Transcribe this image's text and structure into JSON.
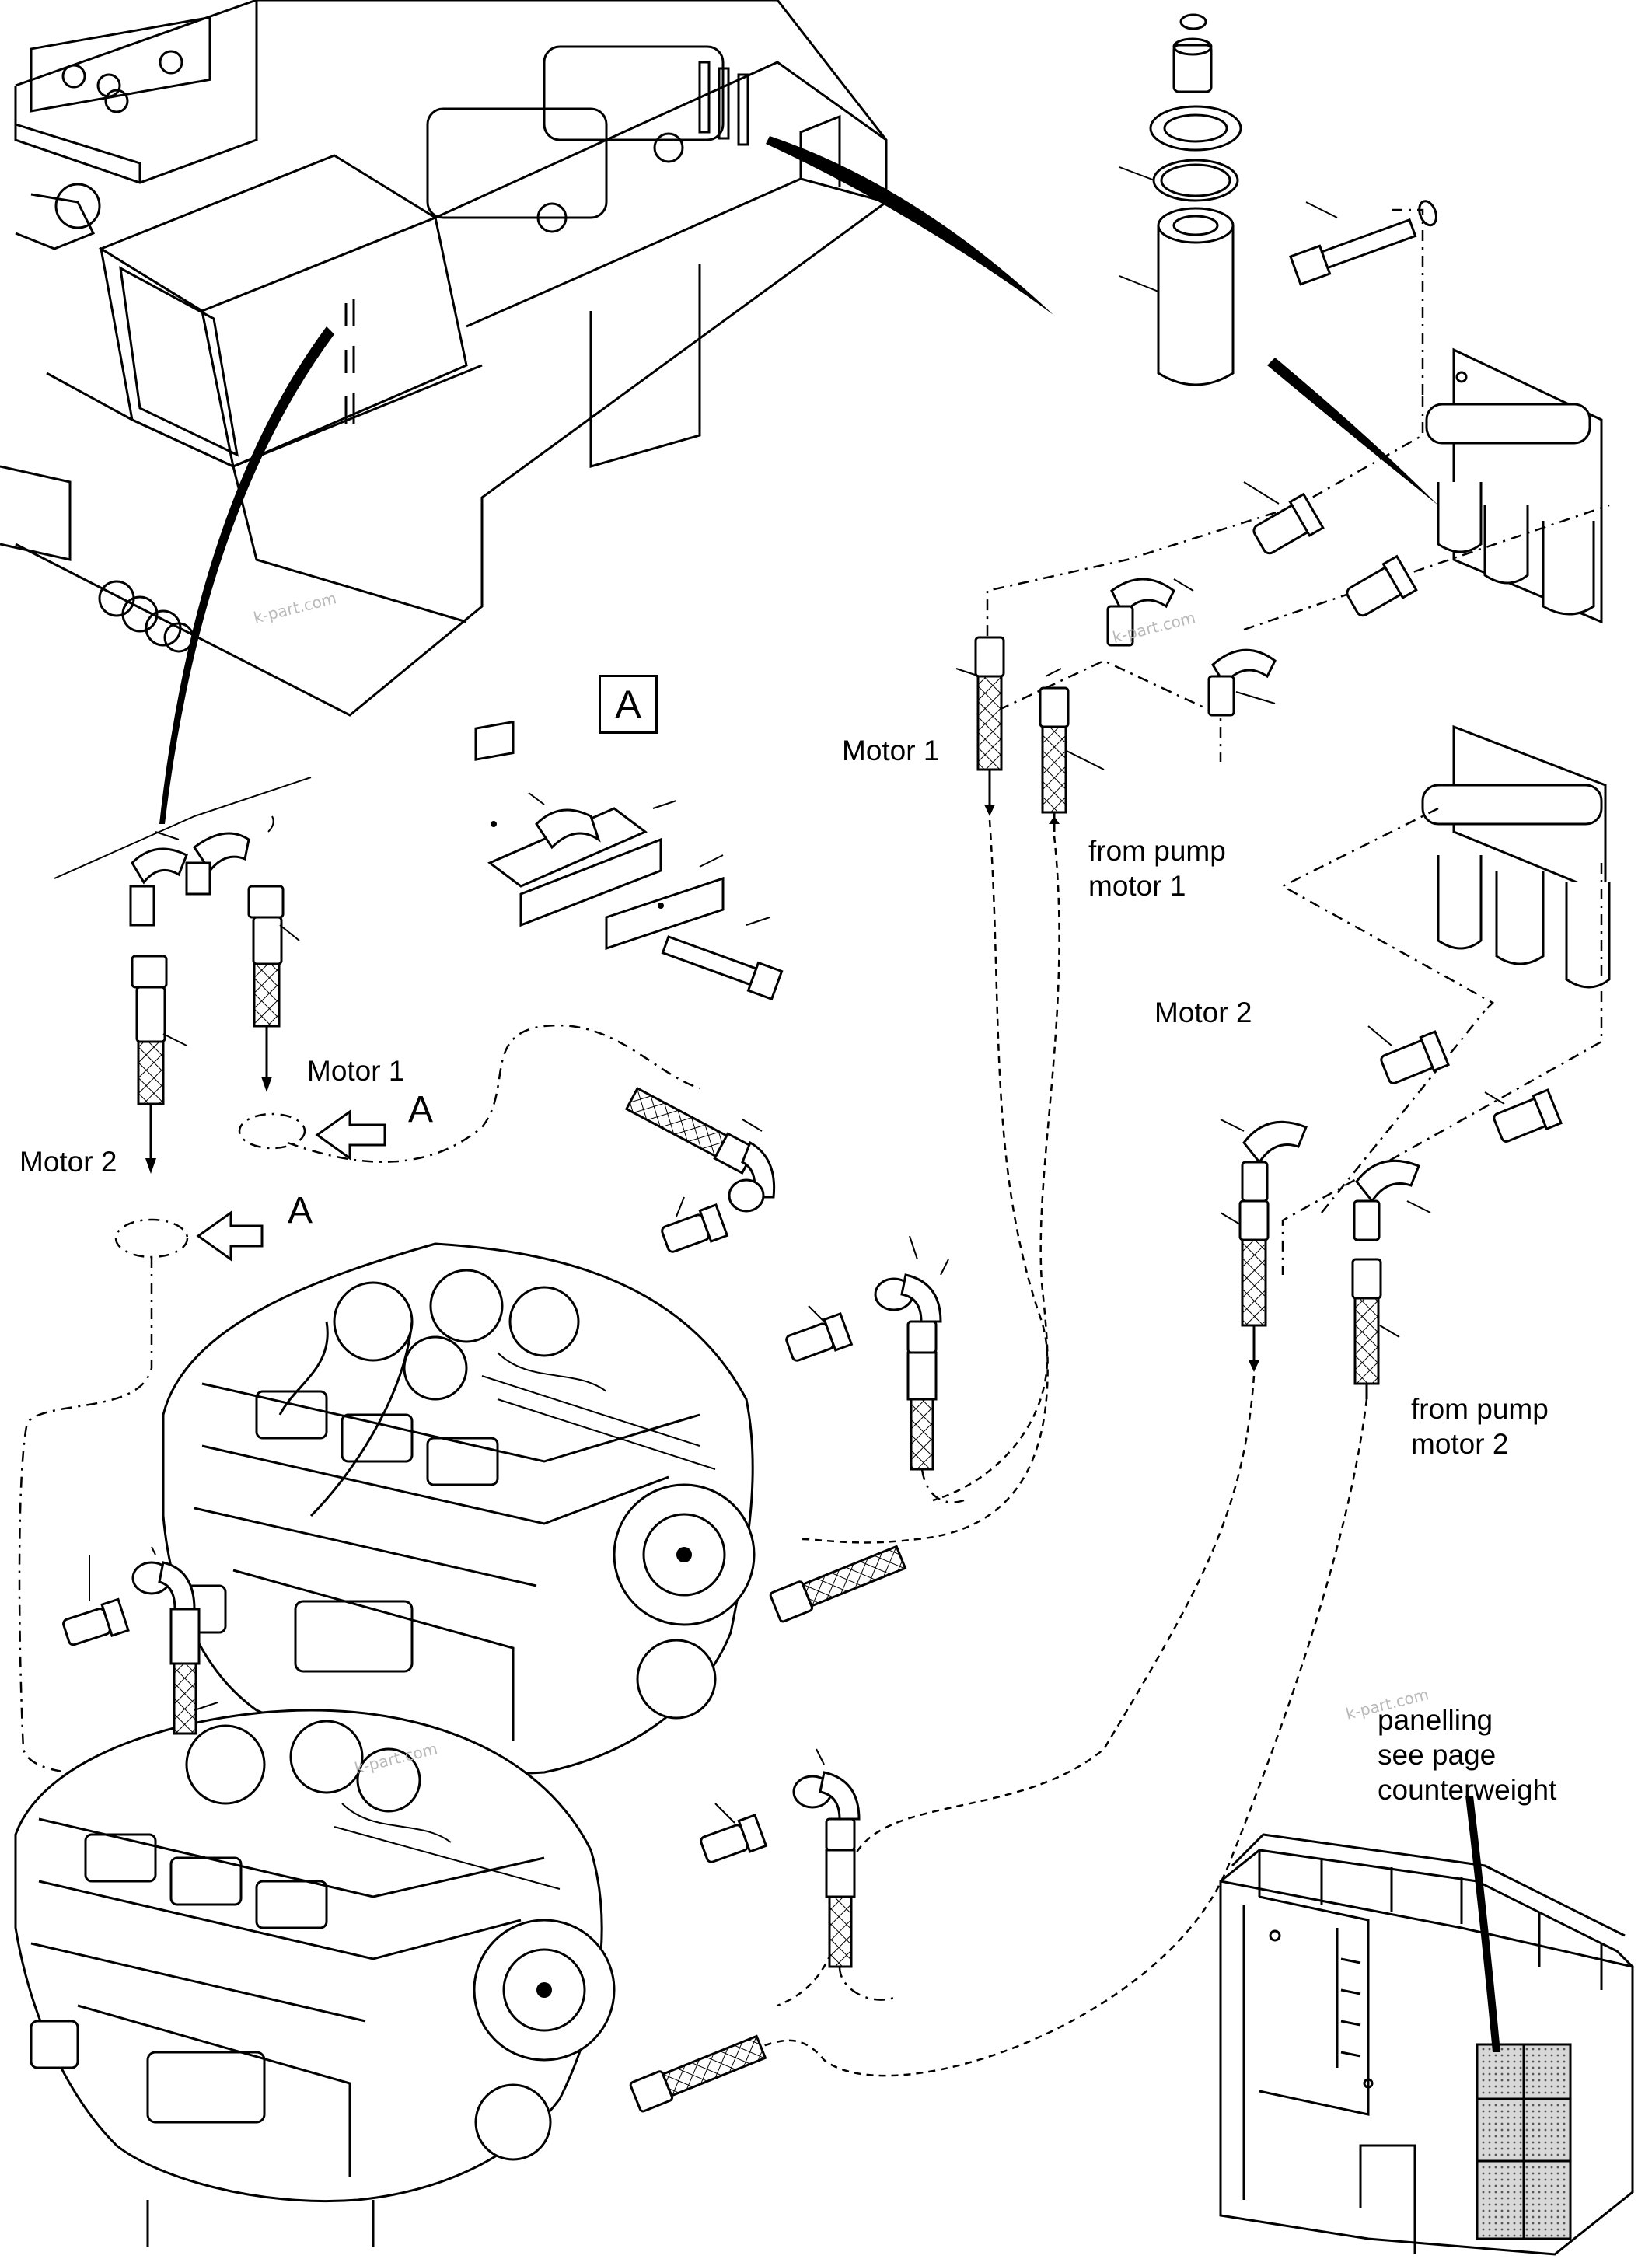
{
  "callout_box": "A",
  "labels": {
    "motor1_left": "Motor 1",
    "motor2_left": "Motor 2",
    "a_upper": "A",
    "a_lower": "A",
    "motor1_right": "Motor 1",
    "from_pump_motor1_line1": "from pump",
    "from_pump_motor1_line2": "motor 1",
    "motor2_right": "Motor 2",
    "from_pump_motor2_line1": "from pump",
    "from_pump_motor2_line2": "motor 2",
    "panelling_line1": "panelling",
    "panelling_line2": "see page",
    "panelling_line3": "counterweight"
  },
  "watermarks": [
    "k-part.com",
    "k-part.com",
    "k-part.com",
    "k-part.com"
  ]
}
